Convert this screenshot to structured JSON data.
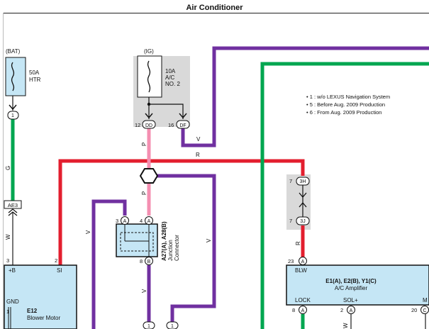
{
  "title": "Air Conditioner",
  "colors": {
    "violet": "#7030a0",
    "green": "#00a650",
    "red": "#e31e2e",
    "pink": "#f48fb1",
    "blue_black": "#1a1a1a",
    "component_fill": "#c5e6f5",
    "shade": "#d9d9d9"
  },
  "notes": [
    "• 1 : w/o LEXUS Navigation System",
    "• 5 : Before Aug.  2009 Production",
    "• 6 : From Aug.  2009 Production"
  ],
  "bat_fuse": {
    "source": "(BAT)",
    "rating": "50A",
    "name": "HTR",
    "pin": "1"
  },
  "ig_fuse": {
    "source": "(IG)",
    "rating": "10A",
    "name1": "A/C",
    "name2": "NO. 2",
    "pin_left_num": "12",
    "pin_left": "DD",
    "pin_right_num": "16",
    "pin_right": "DF"
  },
  "connector_ae3": "AE3",
  "junction": {
    "name1": "A27(A),  A28(B)",
    "name2": "Junction",
    "name3": "Connector",
    "pin_tl_num": "3",
    "pin_tl": "A",
    "pin_tr_num": "4",
    "pin_tr": "A",
    "pin_b_num": "8",
    "pin_b": "B"
  },
  "relay_connector": {
    "top_num": "7",
    "top": "3H",
    "bot_num": "7",
    "bot": "3J"
  },
  "blower_motor": {
    "code": "E12",
    "name": "Blower Motor",
    "pin_b": "+B",
    "pin_si": "SI",
    "pin_gnd": "GND",
    "num3": "3",
    "num2": "2",
    "num1": "1"
  },
  "amplifier": {
    "code": "E1(A),  E2(B),  Y1(C)",
    "name": "A/C Amplifier",
    "pin_blw": "BLW",
    "pin_lock": "LOCK",
    "pin_sol": "SOL+",
    "pin_m": "M",
    "blw_num": "23",
    "blw_letter": "A",
    "lock_num": "8",
    "lock_letter": "A",
    "sol_num": "2",
    "sol_letter": "A",
    "m_num": "20",
    "m_letter": "C"
  },
  "wire_labels": {
    "g": "G",
    "w1": "W",
    "r": "R",
    "v_top": "V",
    "p1": "P",
    "p2": "P",
    "v_left": "V",
    "v_mid": "V",
    "v_right": "V",
    "r_right": "R",
    "w2": "W"
  },
  "bottom_connectors": {
    "c1": "1",
    "c2": "1"
  }
}
